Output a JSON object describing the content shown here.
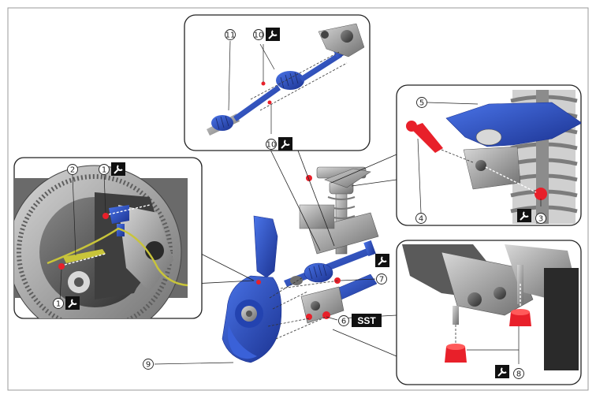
{
  "diagram": {
    "callouts": [
      {
        "id": "c1a",
        "label": "1",
        "wrench": true
      },
      {
        "id": "c1b",
        "label": "1",
        "wrench": true
      },
      {
        "id": "c2",
        "label": "2",
        "wrench": false
      },
      {
        "id": "c3",
        "label": "3",
        "wrench": true
      },
      {
        "id": "c4",
        "label": "4",
        "wrench": false
      },
      {
        "id": "c5",
        "label": "5",
        "wrench": false
      },
      {
        "id": "c6",
        "label": "6",
        "wrench": false
      },
      {
        "id": "c7",
        "label": "7",
        "wrench": false
      },
      {
        "id": "c8",
        "label": "8",
        "wrench": true
      },
      {
        "id": "c9",
        "label": "9",
        "wrench": false
      },
      {
        "id": "c10a",
        "label": "10",
        "wrench": true
      },
      {
        "id": "c10b",
        "label": "10",
        "wrench": true
      },
      {
        "id": "c11",
        "label": "11",
        "wrench": false
      }
    ],
    "sst_label": "SST",
    "colors": {
      "part_blue": "#2a4fc4",
      "bolt_red": "#e8202a",
      "metal_gray": "#9a9a9a",
      "dark_gray": "#4a4a4a",
      "frame": "#222222"
    },
    "icons": [
      "wrench-icon"
    ]
  }
}
